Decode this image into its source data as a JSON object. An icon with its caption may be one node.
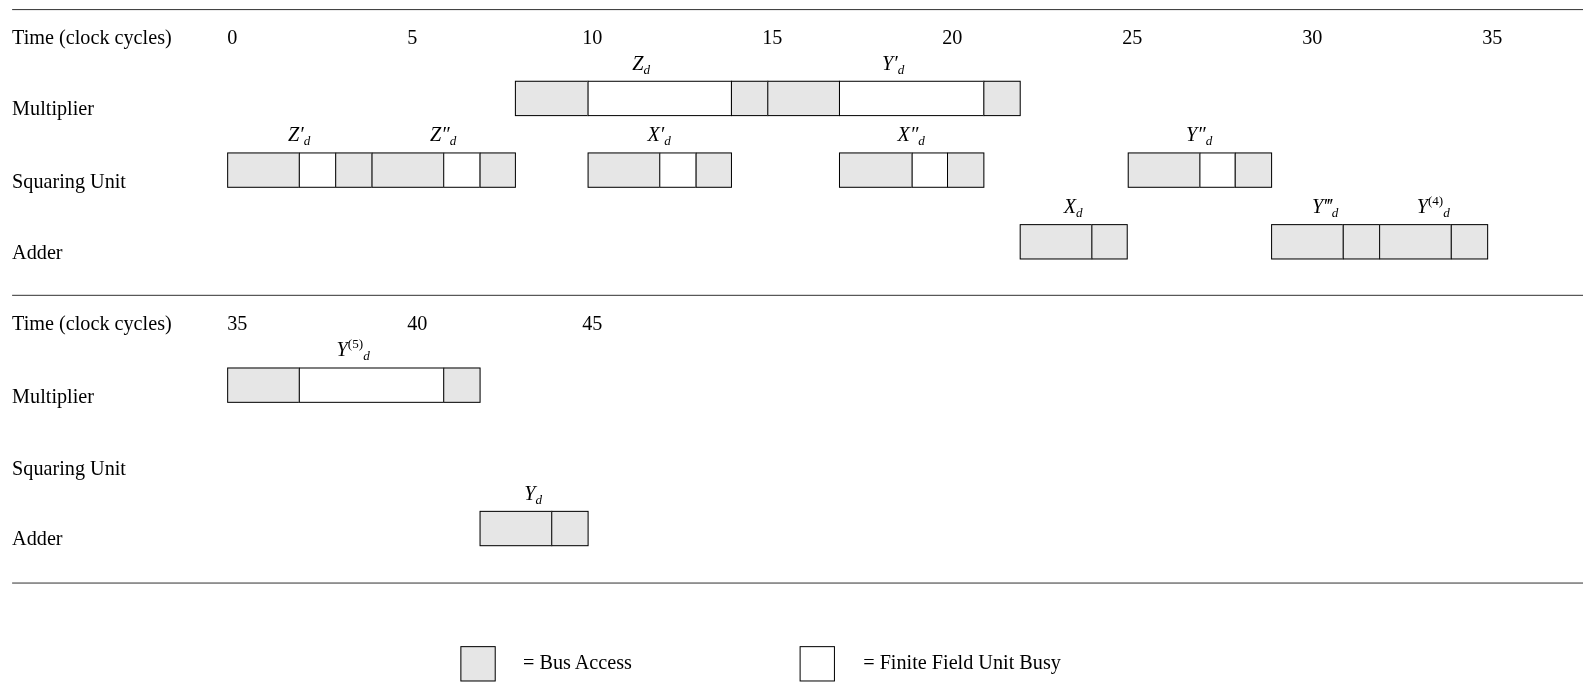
{
  "diagram": {
    "nodes": [
      {
        "text": [
          "Z$_{d}$"
        ]
      },
      {
        "text": [
          "Y′$_{d}$"
        ]
      },
      {
        "text": [
          "Z′$_{d}$"
        ]
      },
      {
        "text": [
          "Z″$_{d}$"
        ]
      },
      {
        "text": [
          "X′$_{d}$"
        ]
      },
      {
        "text": [
          "X″$_{d}$"
        ]
      },
      {
        "text": [
          "Y″$_{d}$"
        ]
      },
      {
        "text": [
          "X$_{d}$"
        ]
      },
      {
        "text": [
          "Y‴$_{d}$"
        ]
      },
      {
        "text": [
          "Y$^{(4)}$$_{d}$"
        ]
      },
      {
        "text": [
          "Y$^{(5)}$$_{d}$"
        ]
      },
      {
        "text": [
          "Y$_{d}$"
        ]
      }
    ],
    "labels": [
      "Time (clock cycles)",
      "0",
      "5",
      "10",
      "15",
      "20",
      "25",
      "30",
      "35",
      "Multiplier",
      "Squaring Unit",
      "Adder",
      "Time (clock cycles)",
      "35",
      "40",
      "45",
      "Multiplier",
      "Squaring Unit",
      "Adder"
    ],
    "legend": [
      {
        "text": "= Bus Access",
        "color": "#e6e6e6"
      },
      {
        "text": "= Finite Field Unit Busy",
        "color": "#ffffff"
      }
    ]
  }
}
